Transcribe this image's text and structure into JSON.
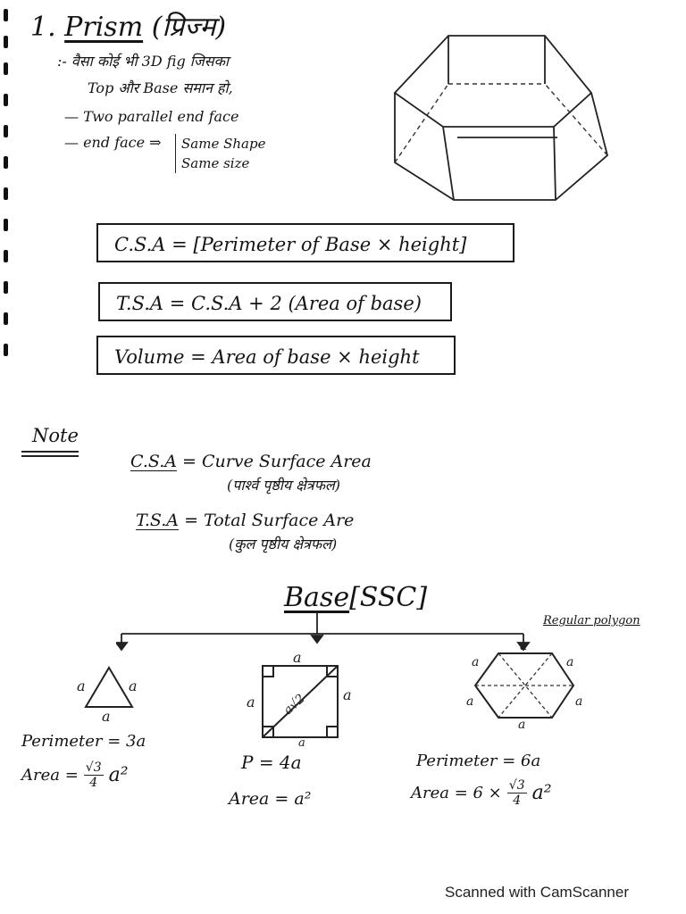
{
  "title": {
    "number": "1.",
    "name": "Prism",
    "hindi": "(प्रिज्म)"
  },
  "intro": {
    "line1": ":- वैसा कोई भी 3D fig जिसका",
    "line2": "Top और Base समान हो,",
    "bullet1": "— Two parallel end face",
    "bullet2_prefix": "— end face ⇒",
    "bullet2_item1": "Same Shape",
    "bullet2_item2": "Same size"
  },
  "formulas": {
    "csa": "C.S.A = [Perimeter of Base × height]",
    "tsa": "T.S.A = C.S.A + 2 (Area of base)",
    "volume": "Volume = Area of base × height"
  },
  "note": {
    "heading": "Note",
    "csa_abbr": "C.S.A",
    "csa_full": "= Curve Surface Area",
    "csa_hindi": "(पार्श्व पृष्ठीय क्षेत्रफल)",
    "tsa_abbr": "T.S.A",
    "tsa_full": "= Total Surface Are",
    "tsa_hindi": "(कुल पृष्ठीय क्षेत्रफल)"
  },
  "base": {
    "heading": "Base",
    "tag": "[SSC]",
    "regular_polygon": "Regular polygon",
    "side": "a"
  },
  "triangle": {
    "perimeter": "Perimeter = 3a",
    "area_label": "Area =",
    "area_num": "√3",
    "area_den": "4",
    "area_tail": "a²"
  },
  "square": {
    "perimeter": "P = 4a",
    "area": "Area = a²",
    "diagonal": "a√2"
  },
  "hexagon": {
    "perimeter": "Perimeter = 6a",
    "area_label": "Area = 6 ×",
    "area_num": "√3",
    "area_den": "4",
    "area_tail": "a²"
  },
  "footer": "Scanned with CamScanner"
}
